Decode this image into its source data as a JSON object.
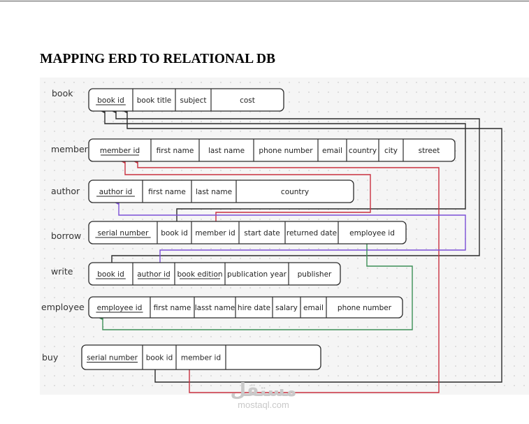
{
  "title": "MAPPING ERD TO RELATIONAL DB",
  "watermark": {
    "arabic": "مستقل",
    "latin": "mostaql.com"
  },
  "colors": {
    "black": "#2b2b2b",
    "red": "#c9303f",
    "purple": "#7b4fd6",
    "green": "#3c8f57"
  },
  "tables": [
    {
      "id": "book",
      "name": "book",
      "fields": [
        {
          "label": "book id",
          "key": true
        },
        {
          "label": "book title"
        },
        {
          "label": "subject"
        },
        {
          "label": "cost"
        }
      ]
    },
    {
      "id": "member",
      "name": "member",
      "fields": [
        {
          "label": "member id",
          "key": true
        },
        {
          "label": "first name"
        },
        {
          "label": "last name"
        },
        {
          "label": "phone number"
        },
        {
          "label": "email"
        },
        {
          "label": "country"
        },
        {
          "label": "city"
        },
        {
          "label": "street"
        }
      ]
    },
    {
      "id": "author",
      "name": "author",
      "fields": [
        {
          "label": "author id",
          "key": true
        },
        {
          "label": "first name"
        },
        {
          "label": "last name"
        },
        {
          "label": "country"
        }
      ]
    },
    {
      "id": "borrow",
      "name": "borrow",
      "fields": [
        {
          "label": "serial number",
          "key": true
        },
        {
          "label": "book id"
        },
        {
          "label": "member id"
        },
        {
          "label": "start date"
        },
        {
          "label": "returned date"
        },
        {
          "label": "employee id"
        }
      ]
    },
    {
      "id": "write",
      "name": "write",
      "fields": [
        {
          "label": "book id",
          "key": true
        },
        {
          "label": "author id",
          "key": true
        },
        {
          "label": "book edition",
          "key": true
        },
        {
          "label": "publication year"
        },
        {
          "label": "publisher"
        }
      ]
    },
    {
      "id": "employee",
      "name": "employee",
      "fields": [
        {
          "label": "employee id",
          "key": true
        },
        {
          "label": "first name"
        },
        {
          "label": "lasst name"
        },
        {
          "label": "hire date"
        },
        {
          "label": "salary"
        },
        {
          "label": "email"
        },
        {
          "label": "phone number"
        }
      ]
    },
    {
      "id": "buy",
      "name": "buy",
      "fields": [
        {
          "label": "serial number",
          "key": true
        },
        {
          "label": "book id"
        },
        {
          "label": "member id"
        },
        {
          "label": ""
        }
      ]
    }
  ],
  "relationships": [
    {
      "from": "borrow.book id",
      "to": "book.book id",
      "color": "black"
    },
    {
      "from": "write.book id",
      "to": "book.book id",
      "color": "black"
    },
    {
      "from": "buy.book id",
      "to": "book.book id",
      "color": "black"
    },
    {
      "from": "borrow.member id",
      "to": "member.member id",
      "color": "red"
    },
    {
      "from": "buy.member id",
      "to": "member.member id",
      "color": "red"
    },
    {
      "from": "write.author id",
      "to": "author.author id",
      "color": "purple"
    },
    {
      "from": "borrow.employee id",
      "to": "employee.employee id",
      "color": "green"
    }
  ]
}
